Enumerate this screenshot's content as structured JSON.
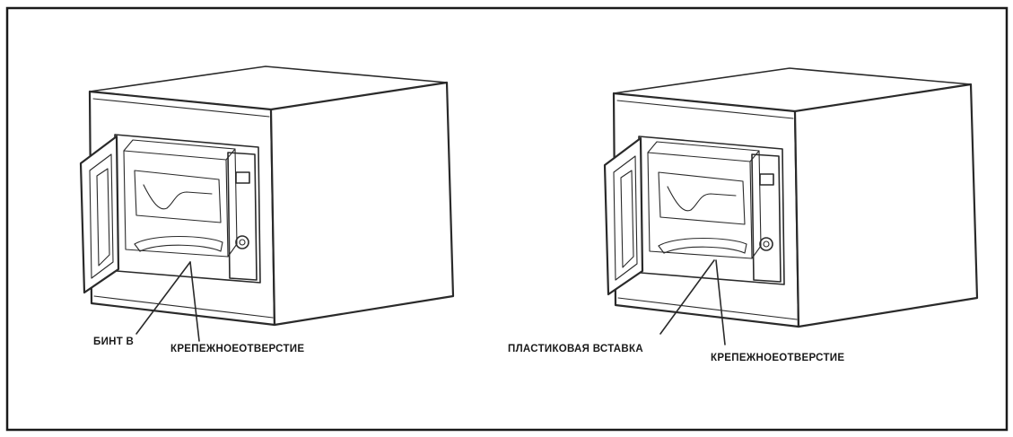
{
  "figure": {
    "panels": [
      {
        "callouts": [
          {
            "text": "БИНТ В"
          },
          {
            "text": "КРЕПЕЖНОЕОТВЕРСТИЕ"
          }
        ]
      },
      {
        "callouts": [
          {
            "text": "ПЛАСТИКОВАЯ ВСТАВКА"
          },
          {
            "text": "КРЕПЕЖНОЕОТВЕРСТИЕ"
          }
        ]
      }
    ],
    "colors": {
      "line": "#2a2a2a",
      "frame": "#1a1a1a",
      "background": "#ffffff"
    }
  }
}
